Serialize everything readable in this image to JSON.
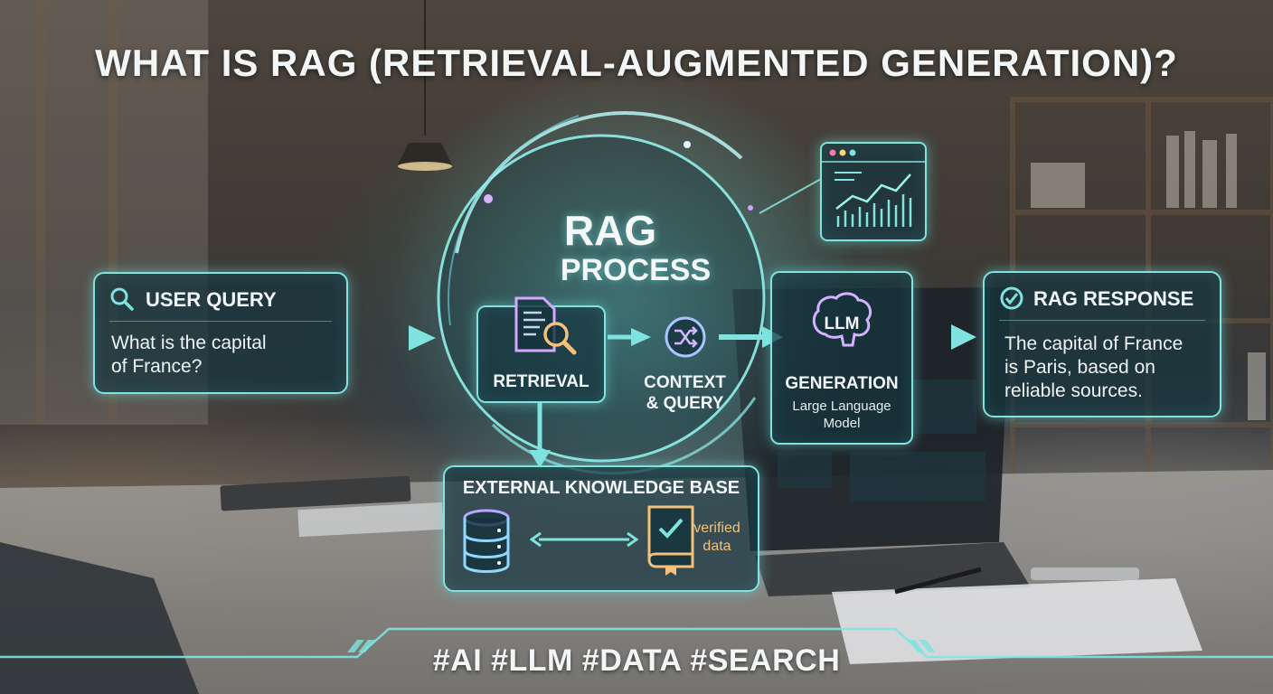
{
  "title": "WHAT IS RAG (RETRIEVAL-AUGMENTED GENERATION)?",
  "colors": {
    "accent": "#7fe3df",
    "panel": "#16343e",
    "text": "#f1f7f8"
  },
  "user_query": {
    "icon": "search-icon",
    "title": "USER QUERY",
    "text_line1": "What is the capital",
    "text_line2": "of France?"
  },
  "rag_process": {
    "title_line1": "RAG",
    "title_line2": "PROCESS"
  },
  "retrieval": {
    "icon": "document-search-icon",
    "label": "RETRIEVAL"
  },
  "context": {
    "icon": "shuffle-icon",
    "label_line1": "CONTEXT",
    "label_line2": "& QUERY"
  },
  "generation": {
    "icon": "brain-icon",
    "icon_text": "LLM",
    "label": "GENERATION",
    "sub_line1": "Large Language",
    "sub_line2": "Model"
  },
  "response": {
    "icon": "check-circle-icon",
    "title": "RAG RESPONSE",
    "text_line1": "The capital of France",
    "text_line2": "is Paris, based on",
    "text_line3": "reliable sources."
  },
  "knowledge_base": {
    "title": "EXTERNAL KNOWLEDGE BASE",
    "database_icon": "database-icon",
    "exchange_icon": "double-arrow-icon",
    "book_icon": "verified-book-icon",
    "book_text_line1": "verified",
    "book_text_line2": "data"
  },
  "analytics_panel": {
    "icon": "chart-window-icon"
  },
  "hashtags": "#AI #LLM #DATA #SEARCH"
}
